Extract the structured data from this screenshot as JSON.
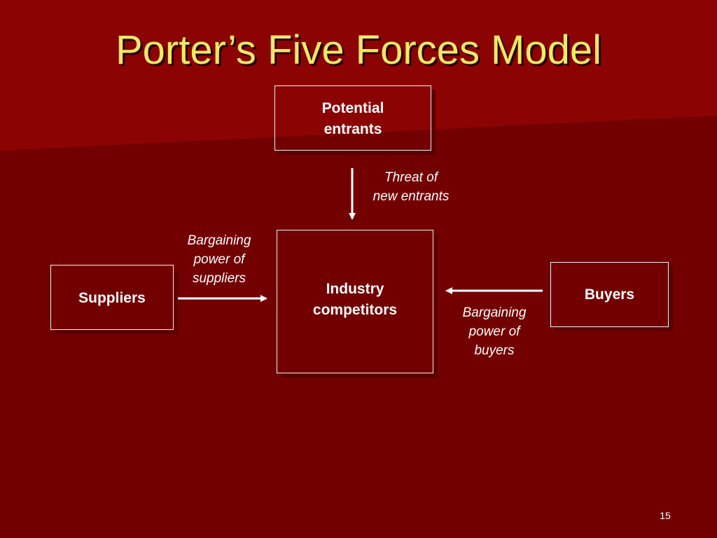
{
  "slide": {
    "title": "Porter’s Five Forces Model",
    "page_number": "15"
  },
  "boxes": {
    "potential_entrants": [
      "Potential",
      "entrants"
    ],
    "industry_competitors": [
      "Industry",
      "competitors"
    ],
    "suppliers": "Suppliers",
    "buyers": "Buyers"
  },
  "labels": {
    "threat_new_entrants": [
      "Threat of",
      "new entrants"
    ],
    "supplier_power": [
      "Bargaining",
      "power of",
      "suppliers"
    ],
    "buyer_power": [
      "Bargaining",
      "power of",
      "buyers"
    ]
  },
  "colors": {
    "background": "#720000",
    "title": "#f2e96a",
    "text": "#ffffff",
    "border": "#f0f0f0"
  }
}
